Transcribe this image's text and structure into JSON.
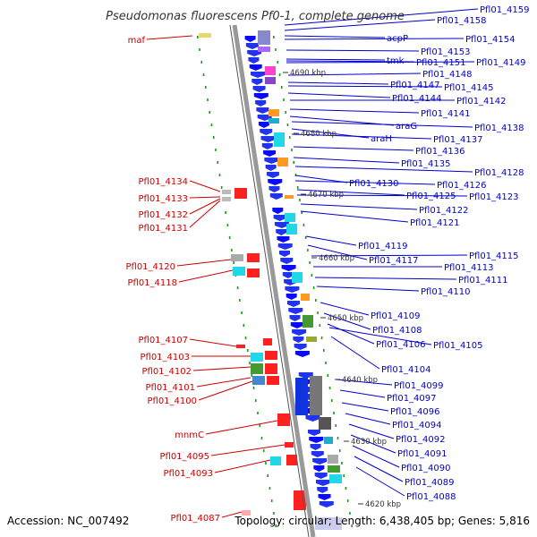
{
  "title": "Pseudomonas fluorescens Pf0-1, complete genome",
  "accession": "Accession: NC_007492",
  "summary": "Topology: circular; Length: 6,438,405 bp; Genes: 5,816",
  "colors": {
    "reverse_label": "#cc0000",
    "forward_label": "#0000cc",
    "backbone": "#888888",
    "dot": "#1a9a1a"
  },
  "kbp_marks": [
    "4690 kbp",
    "4680 kbp",
    "4670 kbp",
    "4660 kbp",
    "4650 kbp",
    "4640 kbp",
    "4630 kbp",
    "4620 kbp"
  ],
  "reverse_labels": [
    "maf",
    "Pfl01_4134",
    "Pfl01_4133",
    "Pfl01_4132",
    "Pfl01_4131",
    "Pfl01_4120",
    "Pfl01_4118",
    "Pfl01_4107",
    "Pfl01_4103",
    "Pfl01_4102",
    "Pfl01_4101",
    "Pfl01_4100",
    "mnmC",
    "Pfl01_4095",
    "Pfl01_4093",
    "Pfl01_4087"
  ],
  "forward_labels": [
    "Pfl01_4159",
    "Pfl01_4158",
    "acpP",
    "Pfl01_4154",
    "Pfl01_4153",
    "tmk",
    "Pfl01_4151",
    "Pfl01_4149",
    "Pfl01_4148",
    "Pfl01_4147",
    "Pfl01_4145",
    "Pfl01_4144",
    "Pfl01_4142",
    "Pfl01_4141",
    "araG",
    "Pfl01_4138",
    "araH",
    "Pfl01_4137",
    "Pfl01_4136",
    "Pfl01_4135",
    "Pfl01_4128",
    "Pfl01_4130",
    "Pfl01_4126",
    "Pfl01_4125",
    "Pfl01_4123",
    "Pfl01_4122",
    "Pfl01_4121",
    "Pfl01_4119",
    "Pfl01_4117",
    "Pfl01_4115",
    "Pfl01_4113",
    "Pfl01_4111",
    "Pfl01_4110",
    "Pfl01_4109",
    "Pfl01_4108",
    "Pfl01_4106",
    "Pfl01_4105",
    "Pfl01_4104",
    "Pfl01_4099",
    "Pfl01_4097",
    "Pfl01_4096",
    "Pfl01_4094",
    "Pfl01_4092",
    "Pfl01_4091",
    "Pfl01_4090",
    "Pfl01_4089",
    "Pfl01_4088"
  ]
}
